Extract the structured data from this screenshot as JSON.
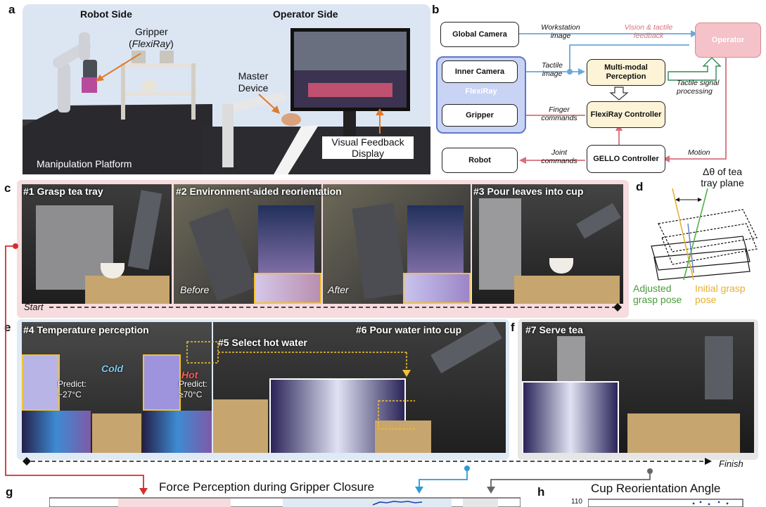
{
  "panel_a": {
    "letter": "a",
    "robot_side": "Robot Side",
    "operator_side": "Operator Side",
    "gripper_label": "Gripper",
    "gripper_name": "FlexiRay",
    "master_device": "Master Device",
    "visual_feedback": "Visual Feedback Display",
    "platform": "Manipulation Platform"
  },
  "panel_b": {
    "letter": "b",
    "global_camera": "Global Camera",
    "inner_camera": "Inner Camera",
    "flexiray": "FlexiRay",
    "gripper": "Gripper",
    "robot": "Robot",
    "operator": "Operator",
    "multimodal": "Multi-modal Perception",
    "flexiray_controller": "FlexiRay Controller",
    "gello_controller": "GELLO Controller",
    "workstation_image": "Workstation image",
    "vision_tactile": "Vision & tactile feedback",
    "tactile_image": "Tactile image",
    "tactile_signal": "Tactile signal processing",
    "finger_commands": "Finger commands",
    "joint_commands": "Joint commands",
    "motion": "Motion",
    "colors": {
      "operator_fill": "#f4c2c8",
      "operator_border": "#d98a92",
      "flexiray_fill": "#c9d3f4",
      "flexiray_border": "#5f78c8",
      "yellow_fill": "#fdf3d6",
      "blue_arrow": "#6aa8dc",
      "red_arrow": "#d6707c"
    }
  },
  "panel_c": {
    "letter": "c",
    "step1": "#1 Grasp tea tray",
    "step2": "#2 Environment-aided reorientation",
    "step3": "#3 Pour leaves into cup",
    "before": "Before",
    "after": "After",
    "start": "Start"
  },
  "panel_d": {
    "letter": "d",
    "delta": "Δθ of tea tray plane",
    "adjusted": "Adjusted grasp pose",
    "initial": "Initial grasp pose"
  },
  "panel_e": {
    "letter": "e",
    "step4": "#4 Temperature perception",
    "step5": "#5 Select hot water",
    "step6": "#6 Pour water into cup",
    "cold": "Cold",
    "hot": "Hot",
    "predict_cold_label": "Predict:",
    "predict_cold_value": "~27°C",
    "predict_hot_label": "Predict:",
    "predict_hot_value": "≥70°C"
  },
  "panel_f": {
    "letter": "f",
    "step7": "#7 Serve tea",
    "finish": "Finish"
  },
  "panel_g": {
    "letter": "g",
    "title": "Force Perception during Gripper Closure"
  },
  "panel_h": {
    "letter": "h",
    "title": "Cup Reorientation Angle",
    "tick": "110"
  }
}
